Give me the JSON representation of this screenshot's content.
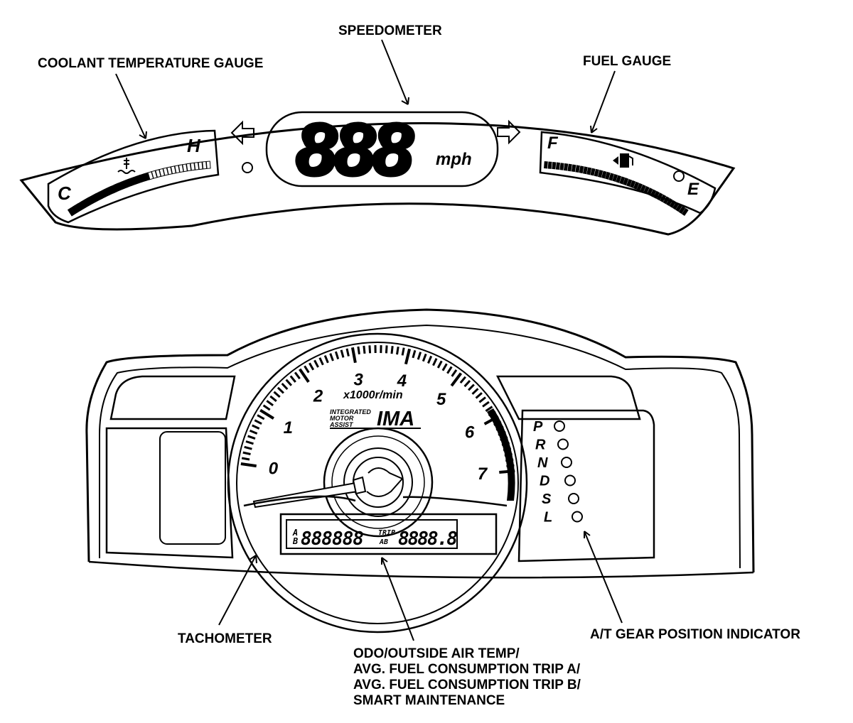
{
  "labels": {
    "speedometer": "SPEEDOMETER",
    "coolant": "COOLANT TEMPERATURE GAUGE",
    "fuel": "FUEL GAUGE",
    "tachometer": "TACHOMETER",
    "gear_indicator": "A/T GEAR POSITION INDICATOR",
    "odo_lines": [
      "ODO/OUTSIDE AIR TEMP/",
      "AVG. FUEL CONSUMPTION TRIP A/",
      "AVG. FUEL CONSUMPTION TRIP B/",
      "SMART MAINTENANCE"
    ]
  },
  "upper_meter": {
    "speed_digits": "888",
    "speed_unit": "mph",
    "temp_cold": "C",
    "temp_hot": "H",
    "fuel_full": "F",
    "fuel_empty": "E"
  },
  "tachometer": {
    "numbers": [
      "0",
      "1",
      "2",
      "3",
      "4",
      "5",
      "6",
      "7"
    ],
    "unit": "x1000r/min",
    "ima_small": [
      "INTEGRATED",
      "MOTOR",
      "ASSIST"
    ],
    "ima": "IMA"
  },
  "odo_display": {
    "ab_top": "A",
    "ab_bottom": "B",
    "odo_digits": "888888",
    "trip_label": "TRIP",
    "trip_ab": "AB",
    "trip_digits": "8888.8"
  },
  "gears": [
    "P",
    "R",
    "N",
    "D",
    "S",
    "L"
  ]
}
